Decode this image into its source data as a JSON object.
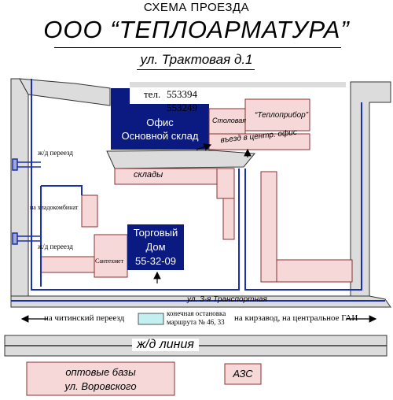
{
  "header": {
    "scheme_title": "СХЕМА ПРОЕЗДА",
    "company": "ООО “ТЕПЛОАРМАТУРА”",
    "address": "ул. Трактовая д.1"
  },
  "office": {
    "phone_label": "тел.",
    "phone_1": "553394",
    "phone_2": "553249",
    "line_1": "Офис",
    "line_2": "Основной склад"
  },
  "trade_house": {
    "line_1": "Торговый",
    "line_2": "Дом",
    "phone": "55-32-09"
  },
  "labels": {
    "stolovaya": "Столовая",
    "teplopribor": "“Теплоприбор”",
    "entrance": "въезд в центр. офис",
    "sklady": "склады",
    "santehmet": "Сантехмет",
    "rail_crossing_1": "ж/д переезд",
    "rail_crossing_2": "ж/д переезд",
    "hladokombinat": "на хладокомбинат",
    "street_3": "ул. 3-я Транспортная",
    "to_chita": "на читинский переезд",
    "bus_stop_1": "конечная остановка",
    "bus_stop_2": "маршрута № 46, 33",
    "to_kirzavod": "на кирзавод, на центральное ГАИ",
    "railway": "ж/д линия",
    "wholesale_1": "оптовые базы",
    "wholesale_2": "ул. Воровского",
    "gas_station": "АЗС"
  },
  "colors": {
    "navy": "#0a1a80",
    "road_blue": "#1a2fb0",
    "pink": "#f6d8d8",
    "pink_border": "#8a3030",
    "road_gray": "#dcdcdc",
    "stop_cyan": "#c2f0f0"
  }
}
